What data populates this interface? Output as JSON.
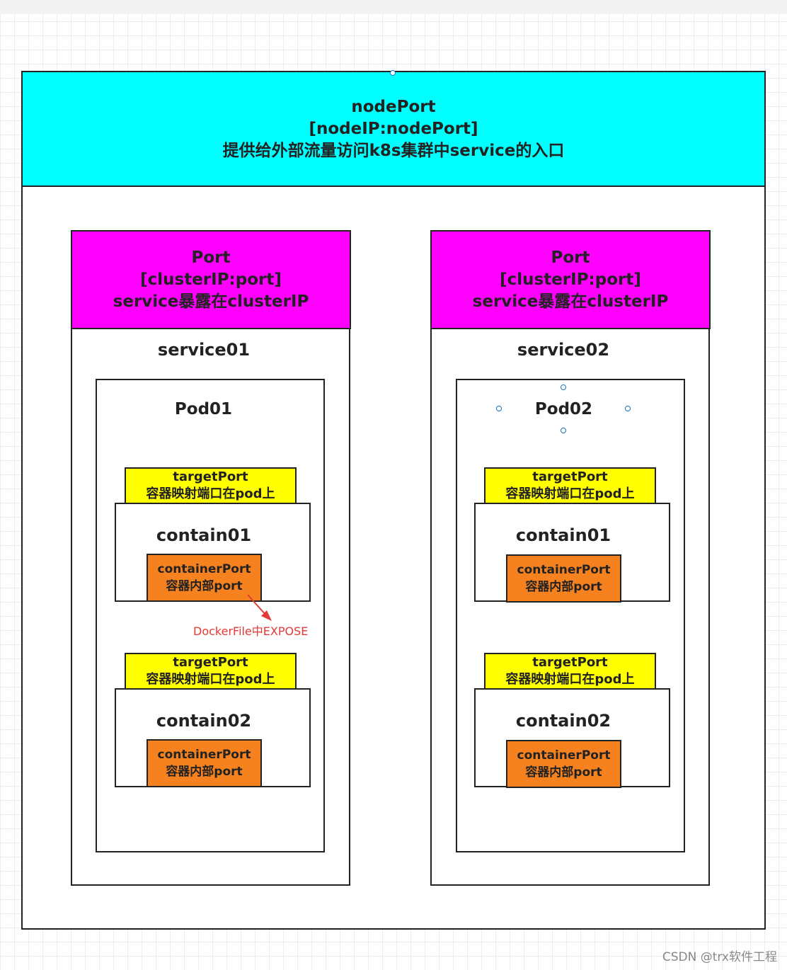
{
  "node": {
    "header": "nodePort\n[nodeIP:nodePort]\n提供给外部流量访问k8s集群中service的入口"
  },
  "services": [
    {
      "header": "Port\n[clusterIP:port]\nservice暴露在clusterIP",
      "name": "service01",
      "pod": {
        "name": "Pod01",
        "containers": [
          {
            "target_port": "targetPort\n容器映射端口在pod上",
            "name": "contain01",
            "container_port": "containerPort\n容器内部port"
          },
          {
            "target_port": "targetPort\n容器映射端口在pod上",
            "name": "contain02",
            "container_port": "containerPort\n容器内部port"
          }
        ]
      }
    },
    {
      "header": "Port\n[clusterIP:port]\nservice暴露在clusterIP",
      "name": "service02",
      "pod": {
        "name": "Pod02",
        "containers": [
          {
            "target_port": "targetPort\n容器映射端口在pod上",
            "name": "contain01",
            "container_port": "containerPort\n容器内部port"
          },
          {
            "target_port": "targetPort\n容器映射端口在pod上",
            "name": "contain02",
            "container_port": "containerPort\n容器内部port"
          }
        ]
      }
    }
  ],
  "annotation": {
    "text": "DockerFile中EXPOSE",
    "color": "#e53935"
  },
  "watermark": "CSDN @trx软件工程",
  "colors": {
    "node_header": "#00ffff",
    "service_header": "#ff00ff",
    "target_port": "#ffff00",
    "container_port": "#f5821f"
  }
}
